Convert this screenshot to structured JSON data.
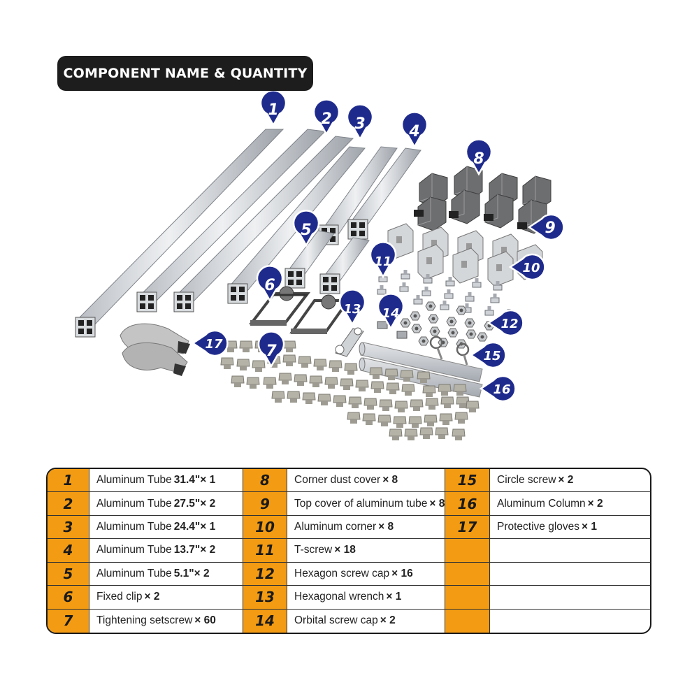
{
  "title": "COMPONENT NAME & QUANTITY",
  "colors": {
    "accent": "#f39b12",
    "callout": "#1f2b8c",
    "badge": "#1d1d1d"
  },
  "callouts": [
    "1",
    "2",
    "3",
    "4",
    "5",
    "6",
    "7",
    "8",
    "9",
    "10",
    "11",
    "12",
    "13",
    "14",
    "15",
    "16",
    "17"
  ],
  "columns": [
    [
      {
        "num": "1",
        "name": "Aluminum Tube",
        "qty": "31.4\"× 1"
      },
      {
        "num": "2",
        "name": "Aluminum Tube",
        "qty": "27.5\"× 2"
      },
      {
        "num": "3",
        "name": "Aluminum Tube",
        "qty": "24.4\"× 1"
      },
      {
        "num": "4",
        "name": "Aluminum Tube",
        "qty": "13.7\"× 2"
      },
      {
        "num": "5",
        "name": "Aluminum Tube",
        "qty": "5.1\"× 2"
      },
      {
        "num": "6",
        "name": "Fixed clip",
        "qty": "× 2"
      },
      {
        "num": "7",
        "name": "Tightening setscrew",
        "qty": "× 60"
      }
    ],
    [
      {
        "num": "8",
        "name": "Corner dust cover",
        "qty": "× 8"
      },
      {
        "num": "9",
        "name": "Top cover of aluminum tube",
        "qty": "× 8"
      },
      {
        "num": "10",
        "name": "Aluminum corner",
        "qty": "× 8"
      },
      {
        "num": "11",
        "name": "T-screw",
        "qty": "× 18"
      },
      {
        "num": "12",
        "name": "Hexagon screw cap",
        "qty": "× 16"
      },
      {
        "num": "13",
        "name": "Hexagonal wrench",
        "qty": "× 1"
      },
      {
        "num": "14",
        "name": "Orbital screw cap",
        "qty": "× 2"
      }
    ],
    [
      {
        "num": "15",
        "name": "Circle screw",
        "qty": "× 2"
      },
      {
        "num": "16",
        "name": "Aluminum Column",
        "qty": "× 2"
      },
      {
        "num": "17",
        "name": "Protective gloves",
        "qty": "× 1"
      },
      {
        "num": "",
        "name": "",
        "qty": ""
      },
      {
        "num": "",
        "name": "",
        "qty": ""
      },
      {
        "num": "",
        "name": "",
        "qty": ""
      },
      {
        "num": "",
        "name": "",
        "qty": ""
      }
    ]
  ]
}
